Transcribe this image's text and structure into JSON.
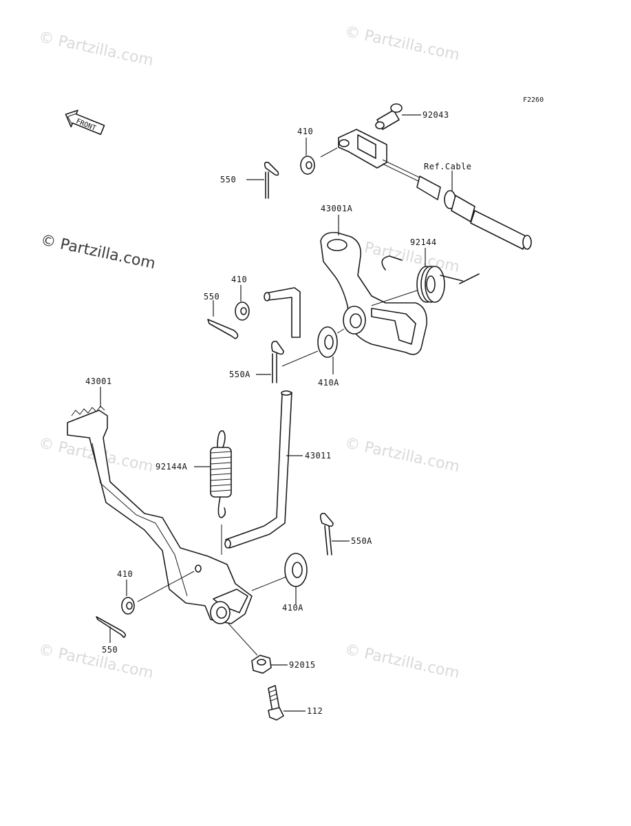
{
  "figure_code": "F2260",
  "front_arrow": {
    "text": "FRONT"
  },
  "watermark": {
    "text": "© Partzilla.com"
  },
  "part_labels": {
    "p92043": "92043",
    "p410_top": "410",
    "p550_top": "550",
    "ref_cable": "Ref.Cable",
    "p43001A": "43001A",
    "p92144": "92144",
    "p410_mid": "410",
    "p550_mid": "550",
    "p550A_mid": "550A",
    "p410A_mid": "410A",
    "p43001": "43001",
    "p43011": "43011",
    "p92144A": "92144A",
    "p550A_low": "550A",
    "p410_low": "410",
    "p410A_low": "410A",
    "p550_low": "550",
    "p92015": "92015",
    "p112": "112"
  }
}
